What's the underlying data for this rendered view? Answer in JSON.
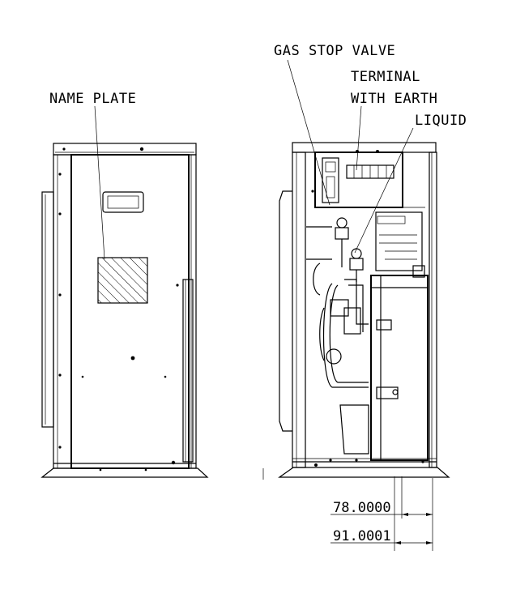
{
  "labels": {
    "name_plate": "NAME  PLATE",
    "gas_stop_valve": "GAS  STOP  VALVE",
    "terminal_line1": "TERMINAL",
    "terminal_line2": "WITH  EARTH",
    "liquid": "LIQUID"
  },
  "dimensions": {
    "dim1": "78.0000",
    "dim2": "91.0001"
  }
}
